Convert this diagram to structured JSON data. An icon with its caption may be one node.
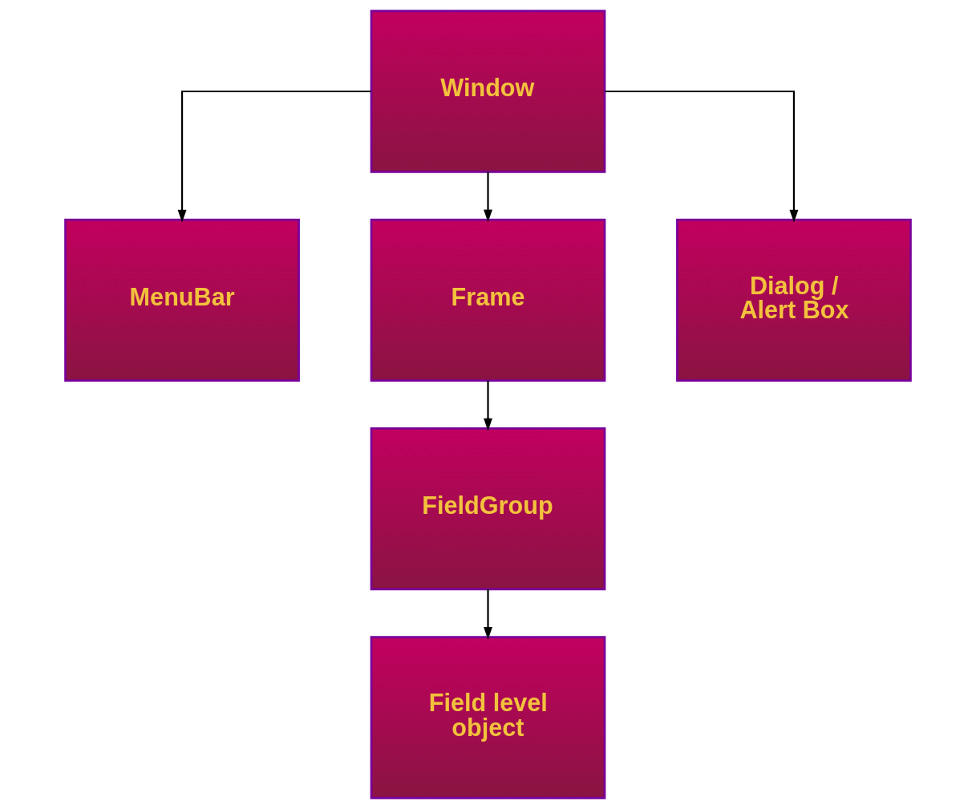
{
  "diagram": {
    "nodes": [
      {
        "text": [
          "Window"
        ]
      },
      {
        "text": [
          "MenuBar"
        ]
      },
      {
        "text": [
          "Frame"
        ]
      },
      {
        "text": [
          "Dialog / Alert Box"
        ]
      },
      {
        "text": [
          "FieldGroup"
        ]
      },
      {
        "text": [
          "Field level object"
        ]
      }
    ],
    "edges": [
      {
        "from": 0,
        "to": 1,
        "arrow": "to"
      },
      {
        "from": 0,
        "to": 2,
        "arrow": "to"
      },
      {
        "from": 0,
        "to": 3,
        "arrow": "to"
      },
      {
        "from": 2,
        "to": 4,
        "arrow": "to"
      },
      {
        "from": 4,
        "to": 5,
        "arrow": "to"
      }
    ]
  }
}
